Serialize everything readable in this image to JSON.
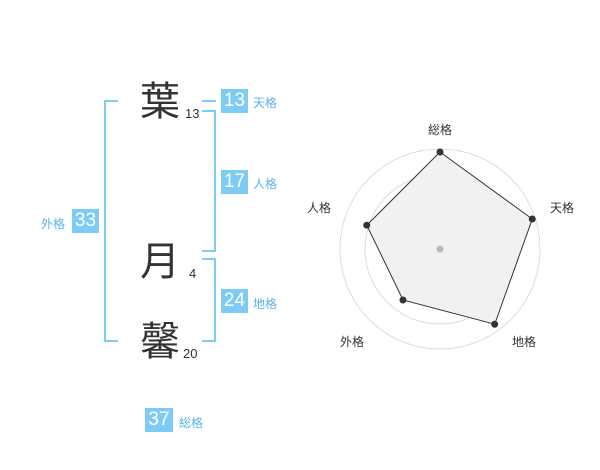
{
  "name": {
    "characters": [
      {
        "char": "葉",
        "strokes": "13"
      },
      {
        "char": "月",
        "strokes": "4"
      },
      {
        "char": "馨",
        "strokes": "20"
      }
    ]
  },
  "fortune": {
    "tenkaku": {
      "value": "13",
      "label": "天格"
    },
    "jinkaku": {
      "value": "17",
      "label": "人格"
    },
    "chikaku": {
      "value": "24",
      "label": "地格"
    },
    "gaikaku": {
      "value": "33",
      "label": "外格"
    },
    "soukaku": {
      "value": "37",
      "label": "総格"
    }
  },
  "radar": {
    "axes": [
      "総格",
      "天格",
      "地格",
      "外格",
      "人格"
    ],
    "values": [
      0.97,
      0.97,
      0.93,
      0.63,
      0.77
    ],
    "ring_count": 4,
    "colors": {
      "fill": "#f0f0f0",
      "line": "#333333",
      "ring": "#dddddd",
      "center_dot": "#bbbbbb"
    }
  },
  "colors": {
    "badge": "#7ecbf5",
    "bracket": "#7ecbf5",
    "label": "#5ab3e6",
    "text": "#333333"
  }
}
